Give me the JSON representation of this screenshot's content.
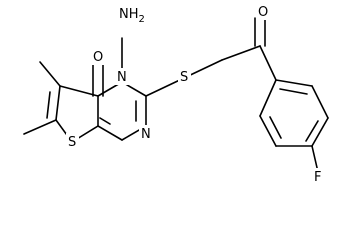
{
  "molecule": {
    "atoms": {
      "amino": "NH",
      "amino_sub": "2",
      "ketone_o_ring": "O",
      "ring_n3": "N",
      "ring_n1": "N",
      "thioether_s": "S",
      "thiophene_s": "S",
      "ketone_o_chain": "O",
      "fluoro": "F"
    }
  }
}
